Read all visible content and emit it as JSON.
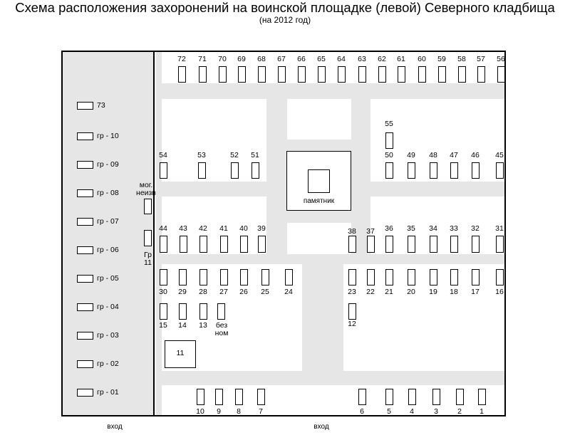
{
  "header": {
    "title": "Схема расположения захоронений на воинской площадке (левой) Северного кладбища",
    "subtitle": "(на 2012 год)"
  },
  "monument_label": "памятник",
  "entrance_label": "вход",
  "group_labels": [
    "гр - 10",
    "гр - 09",
    "гр - 08",
    "гр - 07",
    "гр - 06",
    "гр - 05",
    "гр - 04",
    "гр - 03",
    "гр - 02",
    "гр - 01"
  ],
  "top_row": [
    "72",
    "71",
    "70",
    "69",
    "68",
    "67",
    "66",
    "65",
    "64",
    "63",
    "62",
    "61",
    "60",
    "59",
    "58",
    "57",
    "56"
  ],
  "left_upper": [
    "54",
    "53",
    "52",
    "51"
  ],
  "right_upper": [
    "55",
    "50",
    "49",
    "48",
    "47",
    "46",
    "45"
  ],
  "left_mid_top": [
    "44",
    "43",
    "42",
    "41",
    "40",
    "39"
  ],
  "right_mid_top": [
    "38",
    "37",
    "36",
    "35",
    "34",
    "33",
    "32",
    "31"
  ],
  "left_mid_bottom": [
    "30",
    "29",
    "28",
    "27",
    "26",
    "25",
    "24"
  ],
  "right_mid_bottom": [
    "23",
    "22",
    "21",
    "20",
    "19",
    "18",
    "17",
    "16"
  ],
  "left_lower": [
    "15",
    "14",
    "13"
  ],
  "bez_nom": [
    "без",
    "ном"
  ],
  "single_12": "12",
  "box_11": "11",
  "bottom_left": [
    "10",
    "9",
    "8",
    "7"
  ],
  "bottom_right": [
    "6",
    "5",
    "4",
    "3",
    "2",
    "1"
  ],
  "side_graves": {
    "mog_neizv": [
      "мог.",
      "неизв"
    ],
    "gr_11": [
      "Гр",
      "11"
    ],
    "g73": "73"
  }
}
